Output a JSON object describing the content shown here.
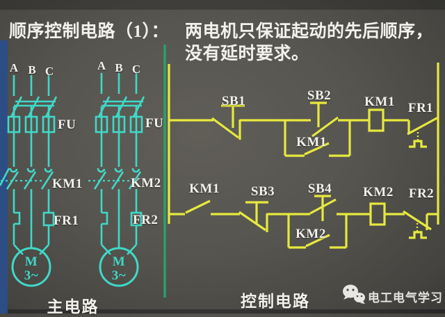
{
  "title": {
    "lead": "顺序控制电路（1）：",
    "line1": "两电机只保证起动的先后顺序，",
    "line2": "没有延时要求。"
  },
  "main_circuit": {
    "caption": "主电路",
    "phases": [
      "A",
      "B",
      "C"
    ],
    "branch1": {
      "fuse": "FU",
      "contactor": "KM1",
      "overload": "FR1",
      "motor_letter": "M",
      "motor_phase": "3~"
    },
    "branch2": {
      "fuse": "FU",
      "contactor": "KM2",
      "overload": "FR2",
      "motor_letter": "M",
      "motor_phase": "3~"
    }
  },
  "control_circuit": {
    "caption": "控制电路",
    "rung1": {
      "stop_button": "SB1",
      "start_button": "SB2",
      "seal_contact": "KM1",
      "coil": "KM1",
      "overload_contact": "FR1"
    },
    "rung2": {
      "interlock_contact": "KM1",
      "stop_button": "SB3",
      "start_button": "SB4",
      "seal_contact": "KM2",
      "coil": "KM2",
      "overload_contact": "FR2"
    }
  },
  "watermark": {
    "label": "电工电气学习",
    "icon": "wechat-icon"
  },
  "colors": {
    "main_circuit": "#3fd9c8",
    "control_circuit": "#e6e93e",
    "divider": "#2aa06a",
    "left_band": "#2d4d85",
    "text": "#f2f1ec"
  }
}
